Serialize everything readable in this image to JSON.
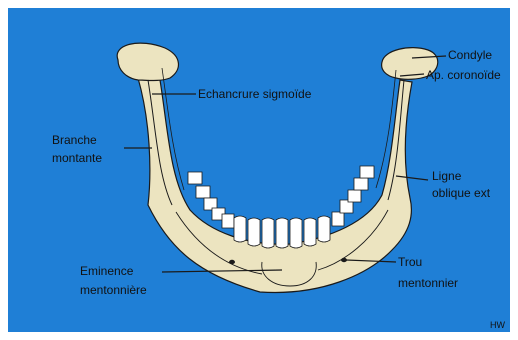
{
  "colors": {
    "background": "#1f7fd6",
    "bone": "#ece4c0",
    "bone_shade": "#d8ceaa",
    "tooth": "#ffffff",
    "outline": "#1a1a1a",
    "label_text": "#111111",
    "frame": "#ffffff"
  },
  "labels": {
    "condyle": "Condyle",
    "coronoid": "Ap. coronoïde",
    "sigmoid_notch": "Echancrure sigmoïde",
    "ramus_line1": "Branche",
    "ramus_line2": "montante",
    "oblique_line1": "Ligne",
    "oblique_line2": "oblique ext",
    "mental_eminence_line1": "Eminence",
    "mental_eminence_line2": "mentonnière",
    "mental_foramen_line1": "Trou",
    "mental_foramen_line2": "mentonnier",
    "credit": "HW"
  }
}
